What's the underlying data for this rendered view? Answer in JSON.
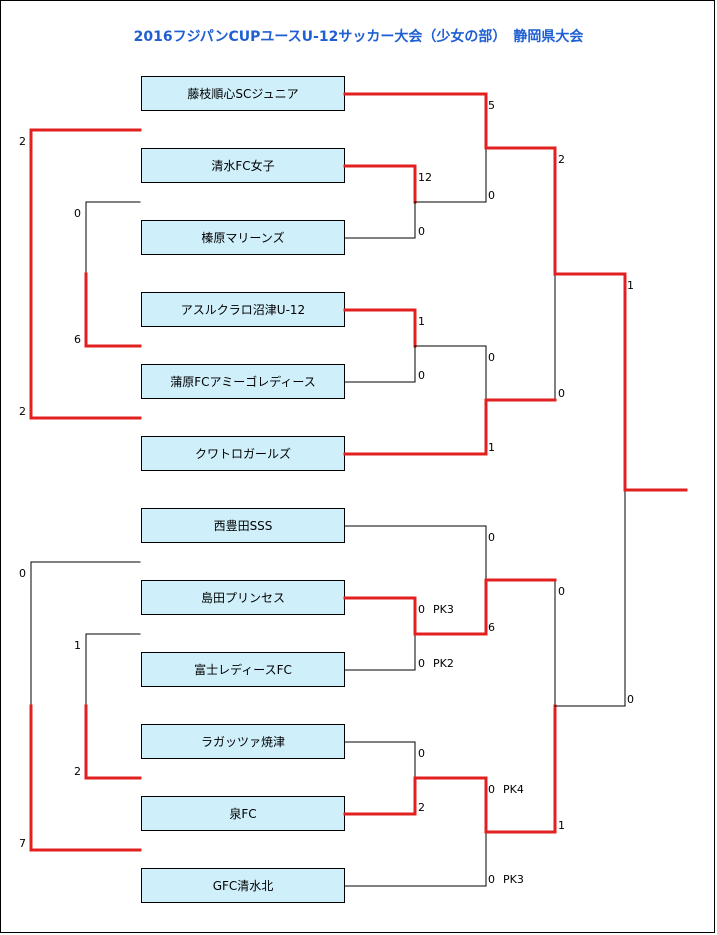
{
  "title": "2016フジパンCUPユースU-12サッカー大会（少女の部）　静岡県大会",
  "colors": {
    "winner_line": "#e32020",
    "line": "#000000",
    "team_box": "#cfeffa",
    "title": "#1f5fd2"
  },
  "teams": [
    "藤枝順心SCジュニア",
    "清水FC女子",
    "榛原マリーンズ",
    "アスルクラロ沼津U-12",
    "蒲原FCアミーゴレディース",
    "クワトロガールズ",
    "西豊田SSS",
    "島田プリンセス",
    "富士レディースFC",
    "ラガッツァ焼津",
    "泉FC",
    "GFC清水北"
  ],
  "scores": {
    "r1_a_top": "12",
    "r1_a_bot": "0",
    "r1_b_top": "1",
    "r1_b_bot": "0",
    "r1_c_top": "0",
    "r1_c_bot": "0",
    "r1_c_top_pk": "PK3",
    "r1_c_bot_pk": "PK2",
    "r1_d_top": "0",
    "r1_d_bot": "2",
    "qf_1_top": "5",
    "qf_1_bot": "0",
    "qf_2_top": "0",
    "qf_2_bot": "1",
    "qf_3_top": "0",
    "qf_3_bot": "6",
    "qf_4_top": "0",
    "qf_4_bot": "0",
    "qf_4_top_pk": "PK4",
    "qf_4_bot_pk": "PK3",
    "sf_1_top": "2",
    "sf_1_bot": "0",
    "sf_2_top": "0",
    "sf_2_bot": "1",
    "final_top": "1",
    "final_bot": "0",
    "pl_inner_a_top": "0",
    "pl_inner_a_bot": "6",
    "pl_outer_a_top": "2",
    "pl_outer_a_bot": "2",
    "pl_inner_b_top": "1",
    "pl_inner_b_bot": "2",
    "pl_outer_b_top": "0",
    "pl_outer_b_bot": "7"
  }
}
